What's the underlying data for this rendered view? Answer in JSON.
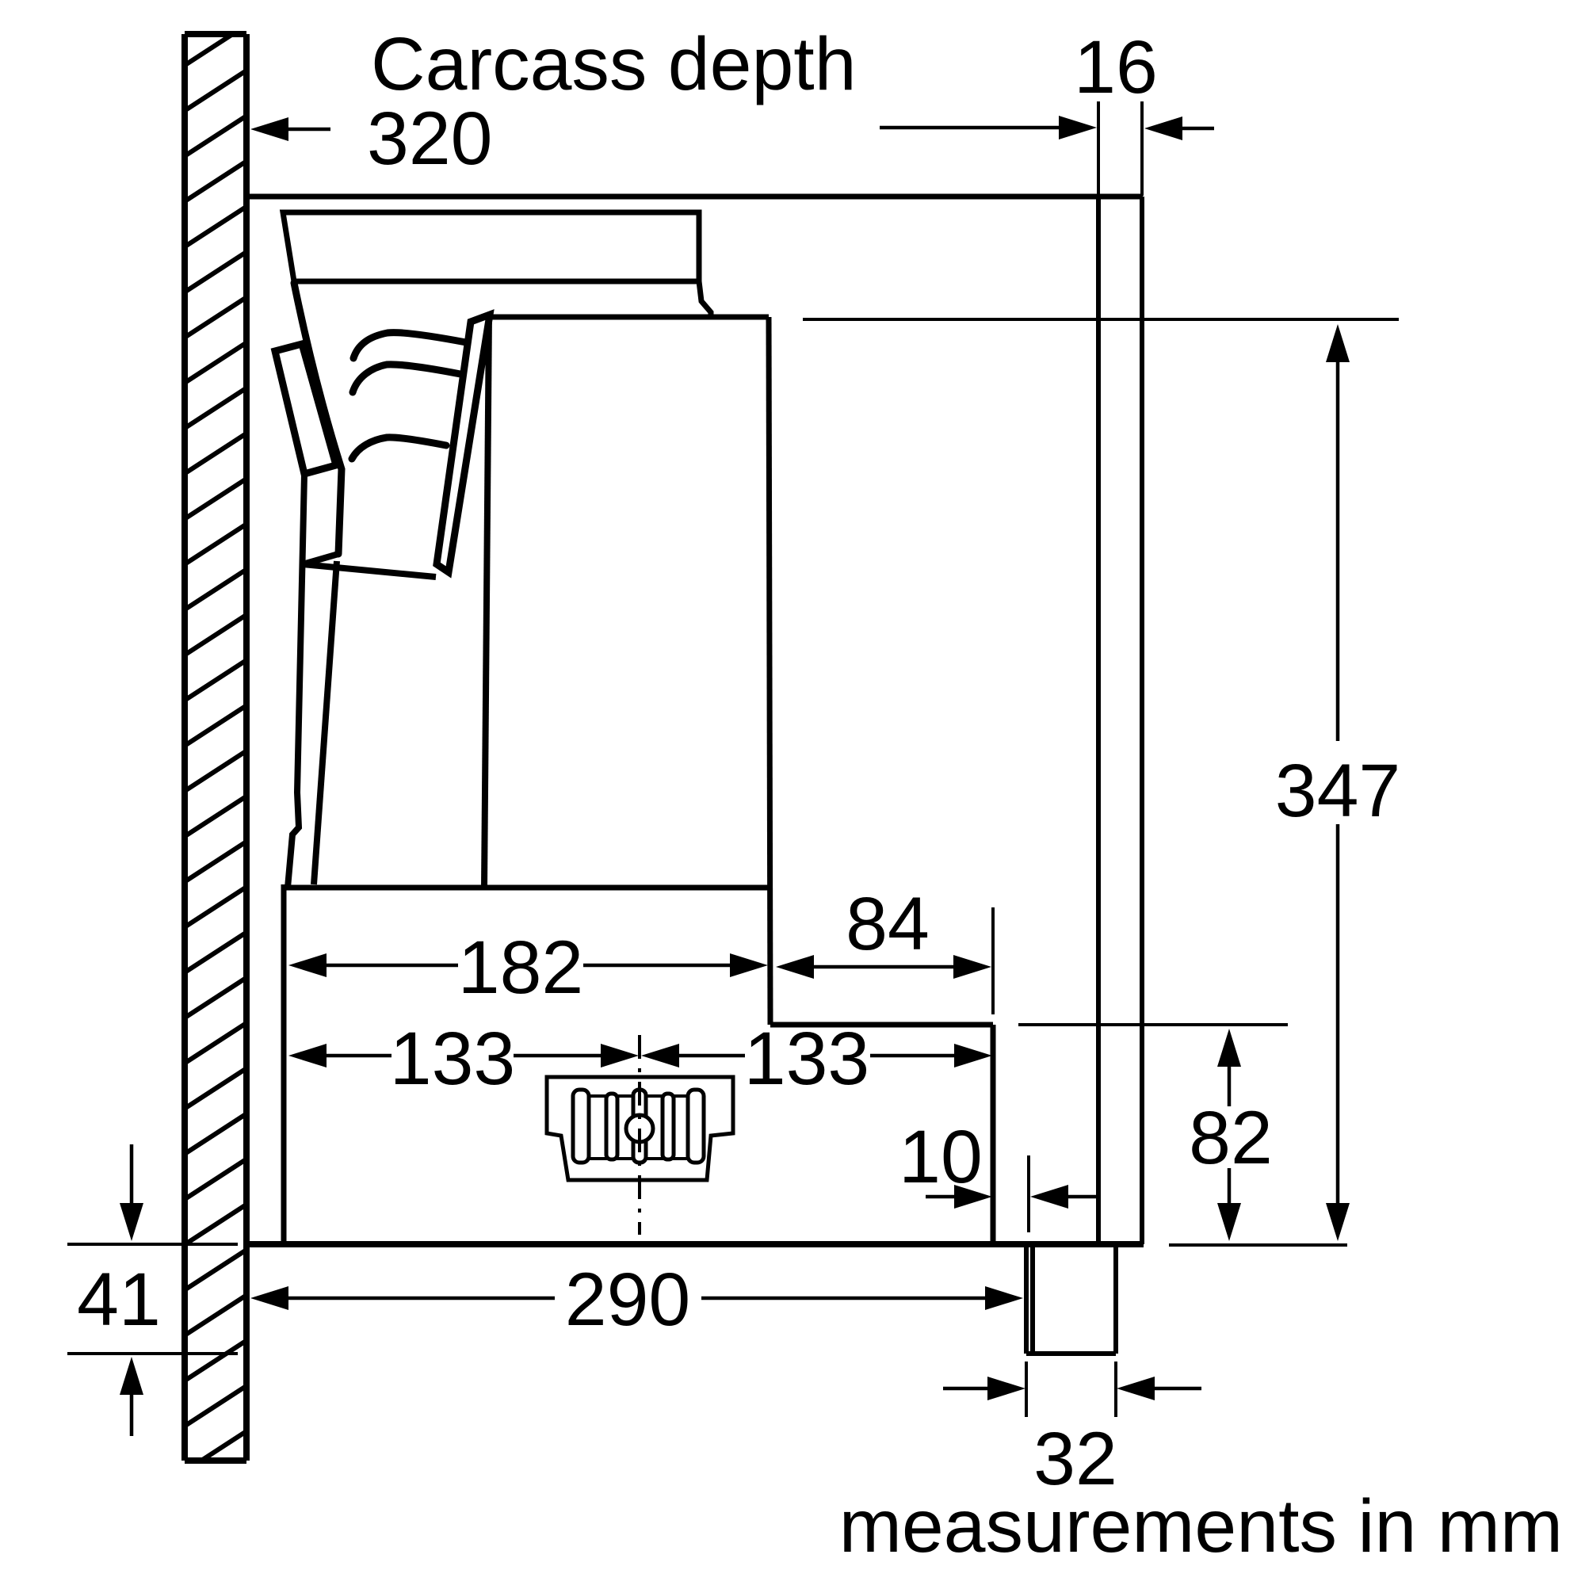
{
  "diagram": {
    "type": "installation-drawing",
    "subject": "telescopic cooker hood side section in wall cabinet",
    "footer_note": "measurements in mm",
    "colors": {
      "line": "#000000",
      "background": "#ffffff"
    },
    "dims": {
      "carcass_depth_label": "Carcass depth",
      "carcass_depth_value": "320",
      "front_panel_thickness": "16",
      "hood_height": "347",
      "top_right_offset": "84",
      "duct_section_width": "182",
      "centre_left": "133",
      "centre_right": "133",
      "front_gap": "10",
      "lower_section_height": "82",
      "bottom_protrusion": "41",
      "base_depth": "290",
      "front_strip_depth": "32"
    }
  }
}
